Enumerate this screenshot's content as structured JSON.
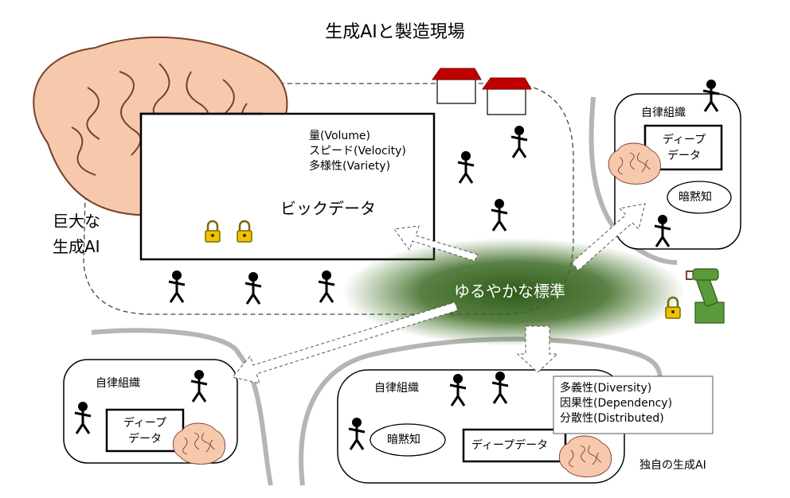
{
  "title": "生成AIと製造現場",
  "big_data": {
    "label": "ビックデータ",
    "attributes": [
      "量(Volume)",
      "スピード(Velocity)",
      "多様性(Variety)"
    ]
  },
  "giant_ai_label": "巨大な\n生成AI",
  "loose_standard": "ゆるやかな標準",
  "org_label": "自律組織",
  "deep_data_stacked": "ディープ\nデータ",
  "deep_data_inline": "ディープデータ",
  "tacit_knowledge": "暗黙知",
  "diversity_box": [
    "多義性(Diversity)",
    "因果性(Dependency)",
    "分散性(Distributed)"
  ],
  "own_ai": "独自の生成AI",
  "colors": {
    "brain": "#f6c9ad",
    "brain_stroke": "#7a3f2a",
    "roof": "#c00000",
    "lock": "#f2c200",
    "robot": "#5a9a3a",
    "glow": "#2e5a1a"
  }
}
